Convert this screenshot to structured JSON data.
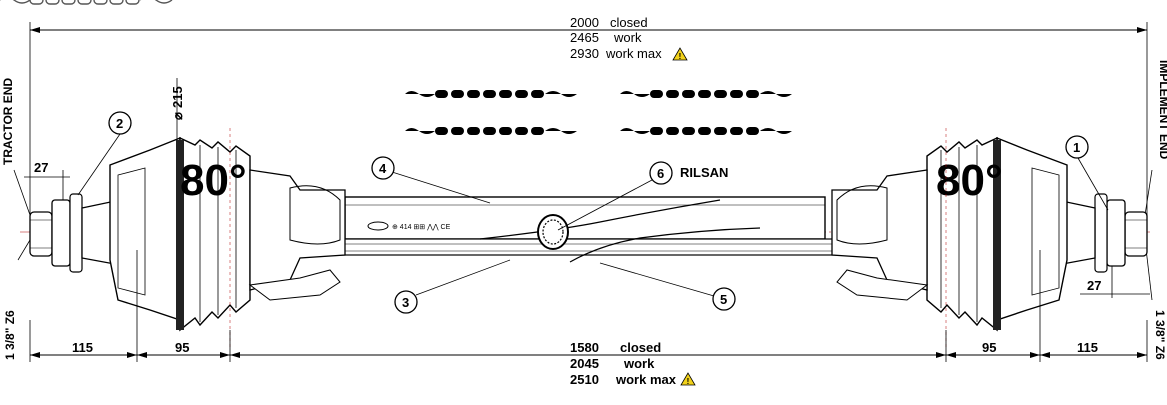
{
  "top_dimension": {
    "rows": [
      {
        "value": "2000",
        "label": "closed",
        "warning": false
      },
      {
        "value": "2465",
        "label": "work",
        "warning": false
      },
      {
        "value": "2930",
        "label": "work max",
        "warning": true
      }
    ]
  },
  "bottom_dimension": {
    "rows": [
      {
        "value": "1580",
        "label": "closed",
        "warning": false
      },
      {
        "value": "2045",
        "label": "work",
        "warning": false
      },
      {
        "value": "2510",
        "label": "work max",
        "warning": true
      }
    ]
  },
  "end_labels": {
    "left": "TRACTOR END",
    "right": "IMPLEMENT END"
  },
  "spline": {
    "left": "1 3/8\" Z6",
    "right": "1 3/8\" Z6"
  },
  "segments": {
    "left_outer": "115",
    "left_inner": "95",
    "right_inner": "95",
    "right_outer": "115"
  },
  "offsets": {
    "left": "27",
    "right": "27"
  },
  "diameter": "215",
  "angle": {
    "left": "80°",
    "right": "80°"
  },
  "callouts": [
    {
      "id": "1",
      "text": ""
    },
    {
      "id": "2",
      "text": ""
    },
    {
      "id": "3",
      "text": ""
    },
    {
      "id": "4",
      "text": ""
    },
    {
      "id": "5",
      "text": ""
    },
    {
      "id": "6",
      "text": "RILSAN"
    }
  ],
  "shaft_marking": "⊕ 414 ⊞⊞ ⋀⋀ CE",
  "colors": {
    "line": "#000000",
    "warning_fill": "#f2d21b",
    "centerline": "#b00000"
  },
  "icons": [
    "warning-triangle-icon",
    "safety-chain-icon"
  ]
}
